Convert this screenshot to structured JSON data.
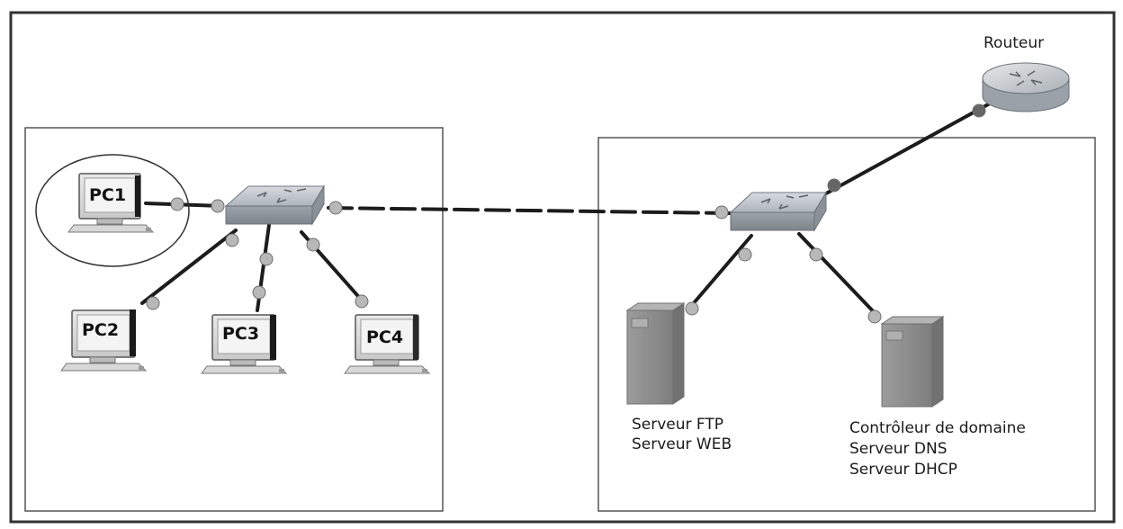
{
  "router": {
    "label": "Routeur"
  },
  "pcs": [
    {
      "label": "PC1"
    },
    {
      "label": "PC2"
    },
    {
      "label": "PC3"
    },
    {
      "label": "PC4"
    }
  ],
  "server_ftp_web": {
    "lines": [
      "Serveur FTP",
      "Serveur WEB"
    ]
  },
  "server_dc": {
    "lines": [
      "Contrôleur de domaine",
      "Serveur DNS",
      "Serveur DHCP"
    ]
  },
  "colors": {
    "frame": "#333333",
    "cable": "#1c1c1c",
    "port": "#b8b8b8",
    "switch": "#9ea4ab",
    "server": "#8f8f8f"
  }
}
